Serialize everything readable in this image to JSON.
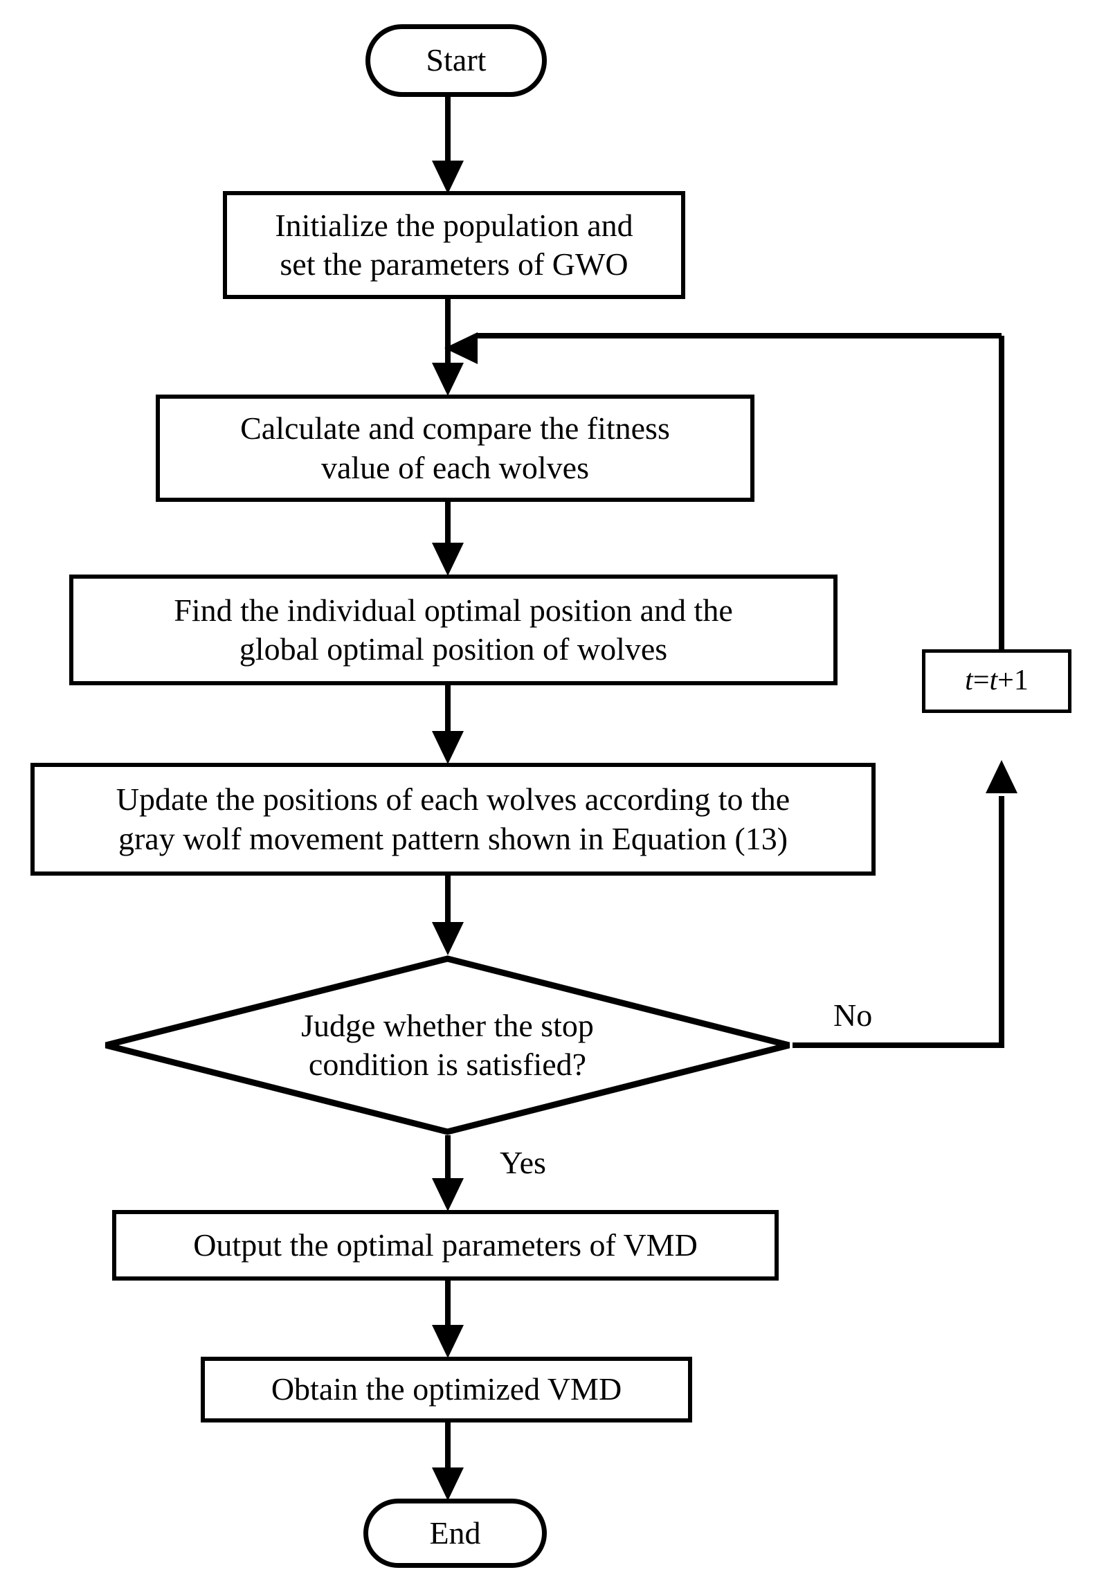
{
  "diagram": {
    "title": "GWO optimization flowchart for VMD parameters",
    "background_color": "#ffffff",
    "line_color": "#000000",
    "nodes": {
      "start": {
        "label": "Start",
        "shape": "terminal"
      },
      "init": {
        "label": "Initialize the population and\nset the parameters of GWO",
        "shape": "process"
      },
      "fitness": {
        "label": "Calculate and compare the fitness\nvalue of each wolves",
        "shape": "process"
      },
      "find_optimal": {
        "label": "Find the individual optimal position and the\nglobal optimal position of wolves",
        "shape": "process"
      },
      "update": {
        "label": "Update the positions of each wolves according to the\ngray wolf movement pattern shown in Equation (13)",
        "shape": "process"
      },
      "decision": {
        "label": "Judge whether the stop\ncondition is satisfied?",
        "shape": "decision"
      },
      "increment": {
        "label_parts": {
          "t1": "t",
          "eq": "=",
          "t2": "t",
          "plus": "+1"
        },
        "label": "t=t+1",
        "shape": "process"
      },
      "output": {
        "label": "Output the optimal parameters of VMD",
        "shape": "process"
      },
      "obtain": {
        "label": "Obtain the optimized VMD",
        "shape": "process"
      },
      "end": {
        "label": "End",
        "shape": "terminal"
      }
    },
    "edge_labels": {
      "no": "No",
      "yes": "Yes"
    }
  }
}
